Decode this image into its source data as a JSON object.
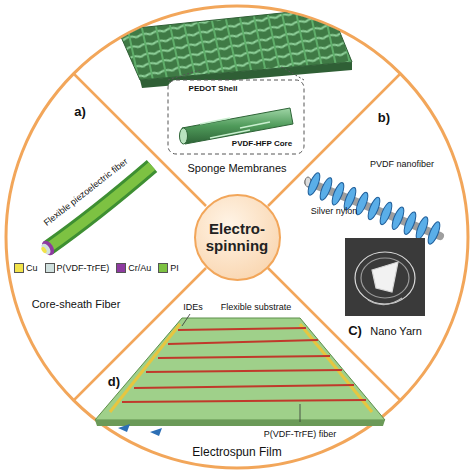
{
  "diagram": {
    "nodes": [
      {
        "text": [
          "Electro-spinning"
        ]
      }
    ],
    "labels": [
      "a)",
      "Sponge Membranes",
      "PEDOT Shell",
      "PVDF-HFP Core",
      "b)",
      "PVDF nanofiber",
      "Silver nylon",
      "Nano Yarn",
      "C)",
      "Flexible piezoelectric fiber",
      "Core-sheath Fiber",
      "IDEs",
      "Flexible substrate",
      "P(VDF-TrFE) fiber",
      "d)",
      "Electrospun Film"
    ],
    "legend": [
      {
        "text": "Cu",
        "color": "#f2e34a"
      },
      {
        "text": "P(VDF-TrFE)",
        "color": "#cfe0de"
      },
      {
        "text": "Cr/Au",
        "color": "#8e3aa0"
      },
      {
        "text": "PI",
        "color": "#7dc242"
      }
    ]
  }
}
